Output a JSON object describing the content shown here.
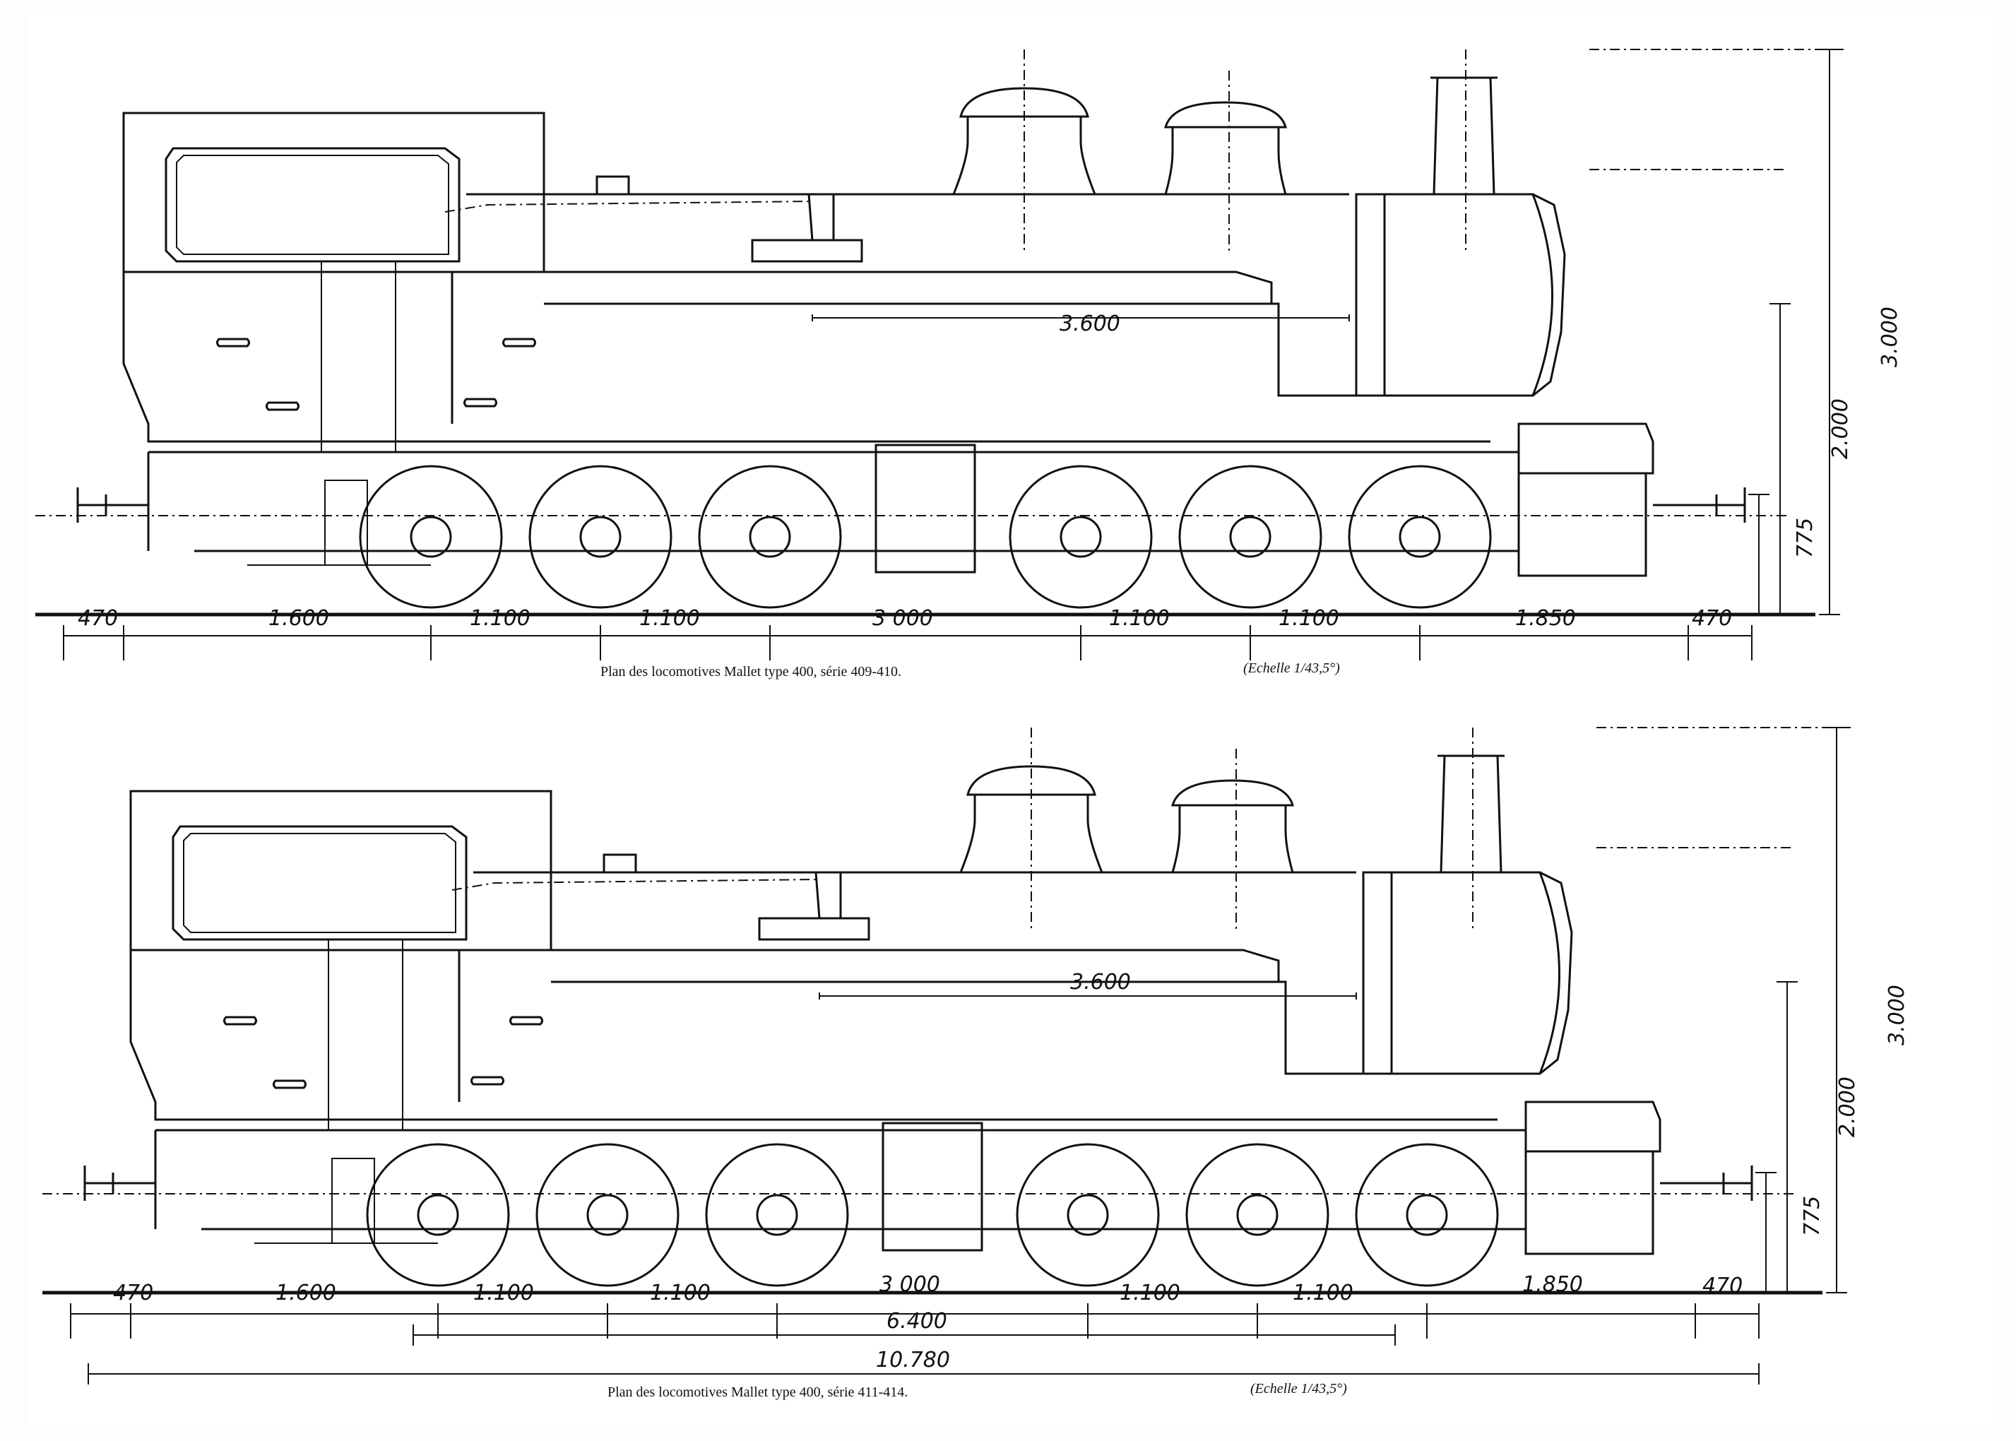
{
  "drawings": [
    {
      "caption": "Plan des locomotives Mallet type 400, série 409-410.",
      "scale": "(Echelle 1/43,5°)",
      "top_dims": [
        "470",
        "1.600",
        "1.100",
        "1.100",
        "3 000",
        "1.100",
        "1.100",
        "1.850",
        "470"
      ],
      "tank_length": "3.600",
      "height_total": "3.000",
      "height_axis": "2.000",
      "buffer_height": "775"
    },
    {
      "caption": "Plan des locomotives Mallet type 400, série 411-414.",
      "scale": "(Echelle 1/43,5°)",
      "top_dims": [
        "470",
        "1.600",
        "1.100",
        "1.100",
        "3 000",
        "1.100",
        "1.100",
        "1.850",
        "470"
      ],
      "tank_length": "3.600",
      "height_total": "3.000",
      "height_axis": "2.000",
      "buffer_height": "775",
      "wheelbase": "6.400",
      "overall_length": "10.780"
    }
  ]
}
